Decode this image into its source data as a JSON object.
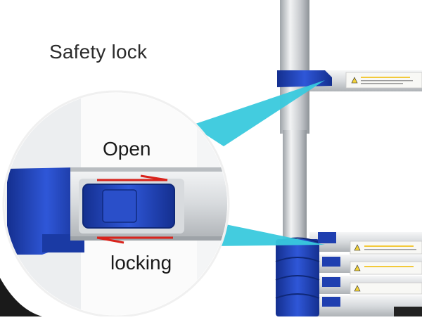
{
  "title": "Safety lock",
  "callout": {
    "open_label": "Open",
    "locking_label": "locking"
  },
  "colors": {
    "lock_blue": "#1f3fb0",
    "callout_cyan": "#39c9dd",
    "arrow_red": "#d9231c",
    "aluminum": "#c9ccd0",
    "warning_yellow": "#f2d23a"
  },
  "icons": [
    "lock-slider-icon",
    "arrow-right-icon",
    "arrow-left-icon",
    "warning-triangle-icon"
  ]
}
